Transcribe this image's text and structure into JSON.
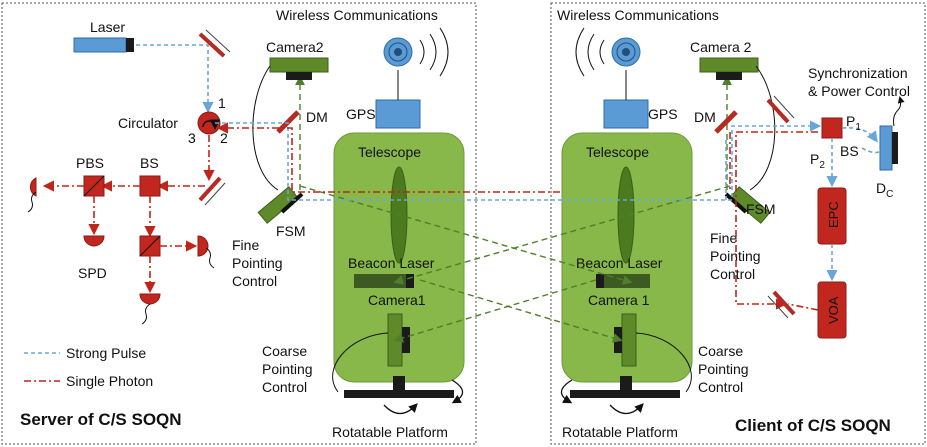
{
  "server": {
    "section_title": "Wireless Communications",
    "name": "Server of C/S SOQN",
    "laser": "Laser",
    "camera2": "Camera2",
    "gps": "GPS",
    "circulator": "Circulator",
    "port1": "1",
    "port2": "2",
    "port3": "3",
    "dm": "DM",
    "pbs": "PBS",
    "bs": "BS",
    "spd": "SPD",
    "fsm": "FSM",
    "fine_pointing": [
      "Fine",
      "Pointing",
      "Control"
    ],
    "telescope": "Telescope",
    "beacon_laser": "Beacon Laser",
    "camera1": "Camera1",
    "coarse_pointing": [
      "Coarse",
      "Pointing",
      "Control"
    ],
    "platform": "Rotatable Platform"
  },
  "client": {
    "section_title": "Wireless Communications",
    "name": "Client of C/S SOQN",
    "camera2": "Camera 2",
    "gps": "GPS",
    "dm": "DM",
    "sync": [
      "Synchronization",
      "& Power Control"
    ],
    "p1": "P",
    "p1_sub": "1",
    "p2": "P",
    "p2_sub": "2",
    "bs": "BS",
    "dc": "D",
    "dc_sub": "C",
    "epc": "EPC",
    "voa": "VOA",
    "fsm": "FSM",
    "fine_pointing": [
      "Fine",
      "Pointing",
      "Control"
    ],
    "telescope": "Telescope",
    "beacon_laser": "Beacon Laser",
    "camera1": "Camera 1",
    "coarse_pointing": [
      "Coarse",
      "Pointing",
      "Control"
    ],
    "platform": "Rotatable Platform"
  },
  "legend": {
    "strong_pulse": "Strong Pulse",
    "single_photon": "Single Photon"
  },
  "colors": {
    "strong_pulse": "#6aa7d8",
    "single_photon": "#c0251c",
    "telescope_body": "#88b84a",
    "beacon": "#4f7f2a"
  }
}
